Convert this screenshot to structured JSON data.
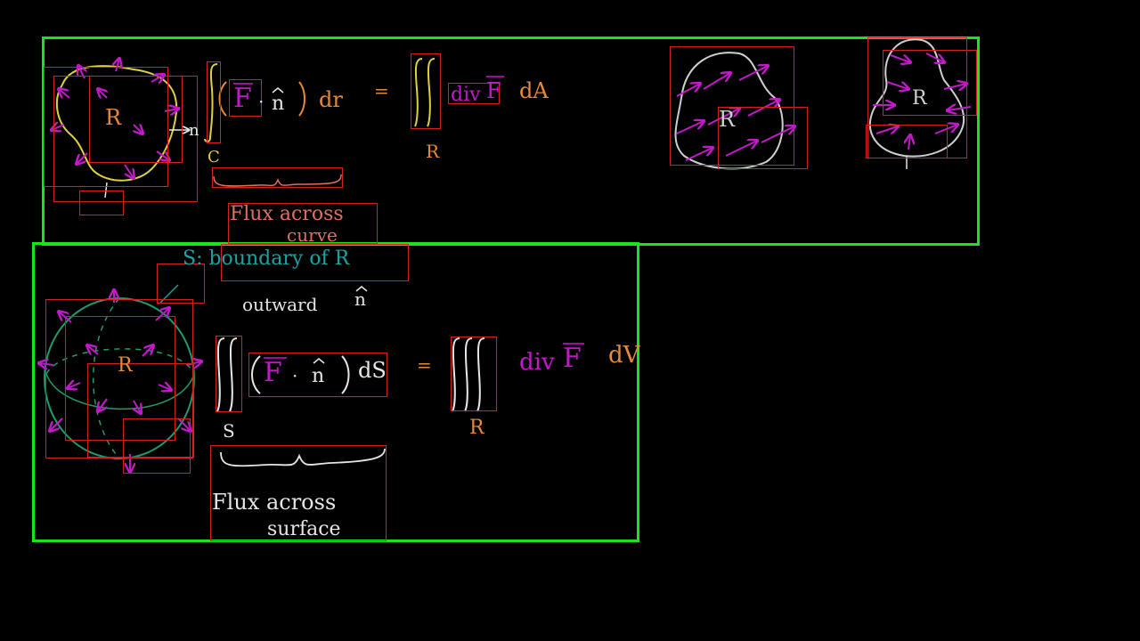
{
  "colors": {
    "background": "#000000",
    "panel_border": "#19e619",
    "box_border": "#d42020",
    "yellow": "#e0d040",
    "orange": "#e48a3a",
    "magenta": "#c21ac8",
    "green_curve": "#1f9c6a",
    "teal": "#1aa3a3",
    "salmon": "#e07060",
    "white": "#e6e6e6"
  },
  "top_panel": {
    "region_label": "R",
    "n_label": "n",
    "equals": "=",
    "curve_flux": {
      "vector": "F",
      "dot": "·",
      "normal": "n",
      "differential": "dr",
      "integral_sub": "C"
    },
    "area_integral": {
      "div": "div",
      "vector": "F",
      "differential": "dA",
      "integral_sub": "R"
    },
    "brace_caption_line1": "Flux across",
    "brace_caption_line2": "curve",
    "blob_label_1": "R",
    "blob_label_2": "R"
  },
  "bottom_panel": {
    "surface_note": "S: boundary of R",
    "outward_label": "outward",
    "normal_symbol": "n",
    "region_label": "R",
    "equals": "=",
    "surface_flux": {
      "vector": "F",
      "dot": "·",
      "normal": "n",
      "differential": "dS",
      "integral_sub": "S"
    },
    "volume_integral": {
      "div": "div",
      "vector": "F",
      "differential": "dV",
      "integral_sub": "R"
    },
    "brace_caption_line1": "Flux across",
    "brace_caption_line2": "surface"
  }
}
